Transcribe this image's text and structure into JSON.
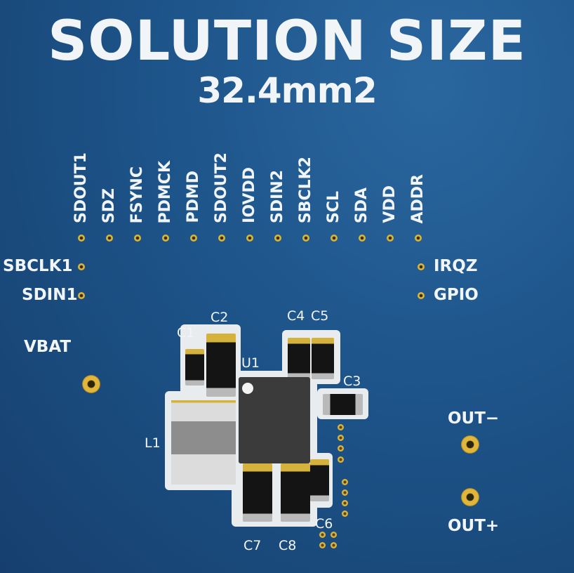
{
  "title": "SOLUTION SIZE",
  "subtitle": "32.4mm2",
  "top_pins": [
    "SDOUT1",
    "SDZ",
    "FSYNC",
    "PDMCK",
    "PDMD",
    "SDOUT2",
    "IOVDD",
    "SDIN2",
    "SBCLK2",
    "SCL",
    "SDA",
    "VDD",
    "ADDR"
  ],
  "left_pins": [
    "SBCLK1",
    "SDIN1"
  ],
  "right_pins": [
    "IRQZ",
    "GPIO"
  ],
  "power": {
    "vbat": "VBAT",
    "out_minus": "OUT−",
    "out_plus": "OUT+"
  },
  "components": {
    "c1": "C1",
    "c2": "C2",
    "c3": "C3",
    "c4": "C4",
    "c5": "C5",
    "c6": "C6",
    "c7": "C7",
    "c8": "C8",
    "u1": "U1",
    "l1": "L1"
  },
  "colors": {
    "board": "#1d5489",
    "silkscreen": "#f2f5f8",
    "pad_gold": "#d8b43a",
    "chip": "#3b3b3b"
  }
}
